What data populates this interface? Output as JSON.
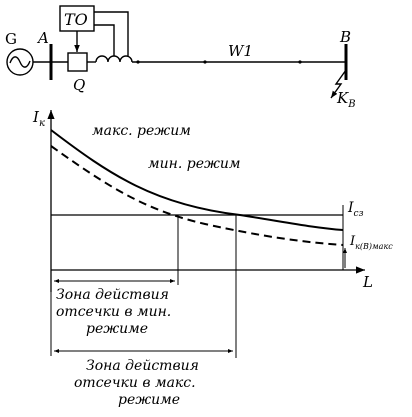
{
  "circuit": {
    "generator_label": "G",
    "bus_a_label": "A",
    "bus_b_label": "B",
    "relay_label": "ТО",
    "breaker_label": "Q",
    "line_label": "W1",
    "fault_label_main": "K",
    "fault_label_sub": "B"
  },
  "graph": {
    "y_axis_label_main": "I",
    "y_axis_label_sub": "к",
    "x_axis_label": "L",
    "curve_max_label": "макс. режим",
    "curve_min_label": "мин. режим",
    "setting_label_main": "I",
    "setting_label_sub": "сз",
    "min_fault_current_label_main": "I",
    "min_fault_current_label_sub": "к(В)макс"
  },
  "zones": {
    "min_zone_lines": [
      "Зона действия",
      "отсечки в мин.",
      "режиме"
    ],
    "max_zone_lines": [
      "Зона действия",
      "отсечки в макс.",
      "режиме"
    ]
  },
  "colors": {
    "ink": "#000000",
    "background": "#ffffff"
  }
}
